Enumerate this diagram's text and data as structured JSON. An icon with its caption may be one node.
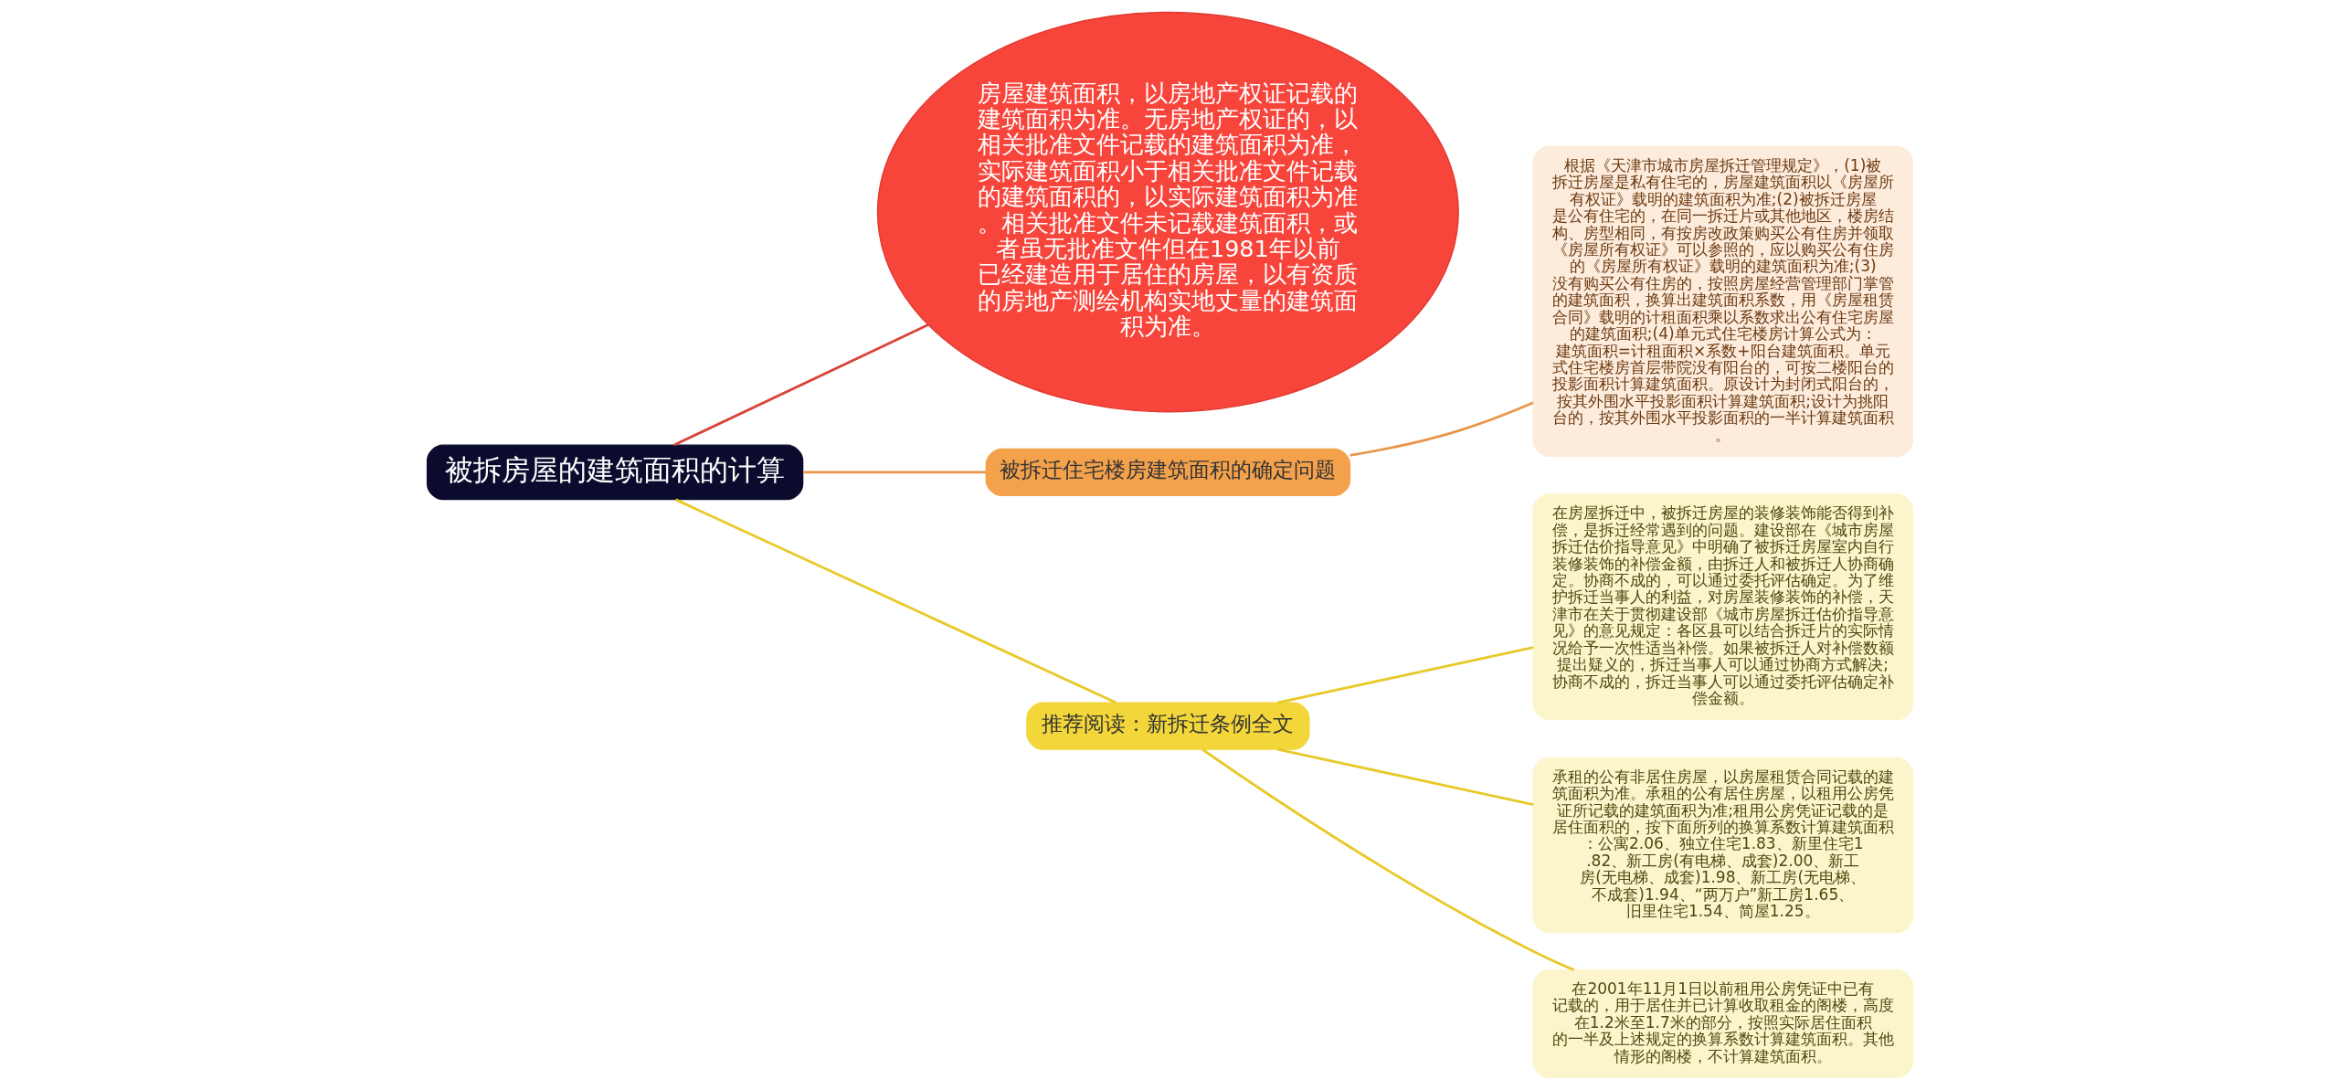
{
  "diagram": {
    "nodes": [
      {
        "text": [
          "被拆房屋的建筑面积的计算"
        ]
      },
      {
        "text": [
          "房屋建筑面积，以房地产权证记载的建筑面积为准。无房地产权证的，以相关批准文件记载的建筑面积为准，实际建筑面积小于相关批准文件记载的建筑面积的，以实际建筑面积为准。相关批准文件未记载建筑面积，或者虽无批准文件但在1981年以前已经建造用于居住的房屋，以有资质的房地产测绘机构实地丈量的建筑面积为准。"
        ]
      },
      {
        "text": [
          "被拆迁住宅楼房建筑面积的确定问题"
        ]
      },
      {
        "text": [
          "根据《天津市城市房屋拆迁管理规定》，(1)被拆迁房屋是私有住宅的，房屋建筑面积以《房屋所有权证》载明的建筑面积为准;(2)被拆迁房屋是公有住宅的，在同一拆迁片或其他地区，楼房结构、房型相同，有按房改政策购买公有住房并领取《房屋所有权证》可以参照的，应以购买公有住房的《房屋所有权证》载明的建筑面积为准;(3)没有购买公有住房的，按照房屋经营管理部门掌管的建筑面积，换算出建筑面积系数，用《房屋租赁合同》载明的计租面积乘以系数求出公有住宅房屋的建筑面积;(4)单元式住宅楼房计算公式为：建筑面积=计租面积×系数+阳台建筑面积。单元式住宅楼房首层带院没有阳台的，可按二楼阳台的投影面积计算建筑面积。原设计为封闭式阳台的，按其外围水平投影面积计算建筑面积;设计为挑阳台的，按其外围水平投影面积的一半计算建筑面积。"
        ]
      },
      {
        "text": [
          "推荐阅读：新拆迁条例全文"
        ]
      },
      {
        "text": [
          "在房屋拆迁中，被拆迁房屋的装修装饰能否得到补偿，是拆迁经常遇到的问题。建设部在《城市房屋拆迁估价指导意见》中明确了被拆迁房屋室内自行装修装饰的补偿金额，由拆迁人和被拆迁人协商确定。协商不成的，可以通过委托评估确定。为了维护拆迁当事人的利益，对房屋装修装饰的补偿，天津市在关于贯彻建设部《城市房屋拆迁估价指导意见》的意见规定：各区县可以结合拆迁片的实际情况给予一次性适当补偿。如果被拆迁人对补偿数额提出疑义的，拆迁当事人可以通过协商方式解决;协商不成的，拆迁当事人可以通过委托评估确定补偿金额。"
        ]
      },
      {
        "text": [
          "承租的公有非居住房屋，以房屋租赁合同记载的建筑面积为准。承租的公有居住房屋，以租用公房凭证所记载的建筑面积为准;租用公房凭证记载的是居住面积的，按下面所列的换算系数计算建筑面积：公寓2.06、独立住宅1.83、新里住宅1.82、新工房(有电梯、成套)2.00、新工房(无电梯、成套)1.98、新工房(无电梯、不成套)1.94、“两万户”新工房1.65、旧里住宅1.54、简屋1.25。"
        ]
      },
      {
        "text": [
          "在2001年11月1日以前租用公房凭证中已有记载的，用于居住并已计算收取租金的阁楼，高度在1.2米至1.7米的部分，按照实际居住面积的一半及上述规定的换算系数计算建筑面积。其他情形的阁楼，不计算建筑面积。"
        ]
      }
    ],
    "edges": [
      {
        "from": 0,
        "to": 1,
        "arrow": "none",
        "color": "#d9443a"
      },
      {
        "from": 0,
        "to": 2,
        "arrow": "none",
        "color": "#e8964a"
      },
      {
        "from": 2,
        "to": 3,
        "arrow": "none",
        "color": "#e8964a"
      },
      {
        "from": 0,
        "to": 4,
        "arrow": "none"
      },
      {
        "from": 4,
        "to": 5,
        "arrow": "none"
      },
      {
        "from": 4,
        "to": 6,
        "arrow": "none"
      },
      {
        "from": 4,
        "to": 7,
        "arrow": "none"
      }
    ]
  }
}
